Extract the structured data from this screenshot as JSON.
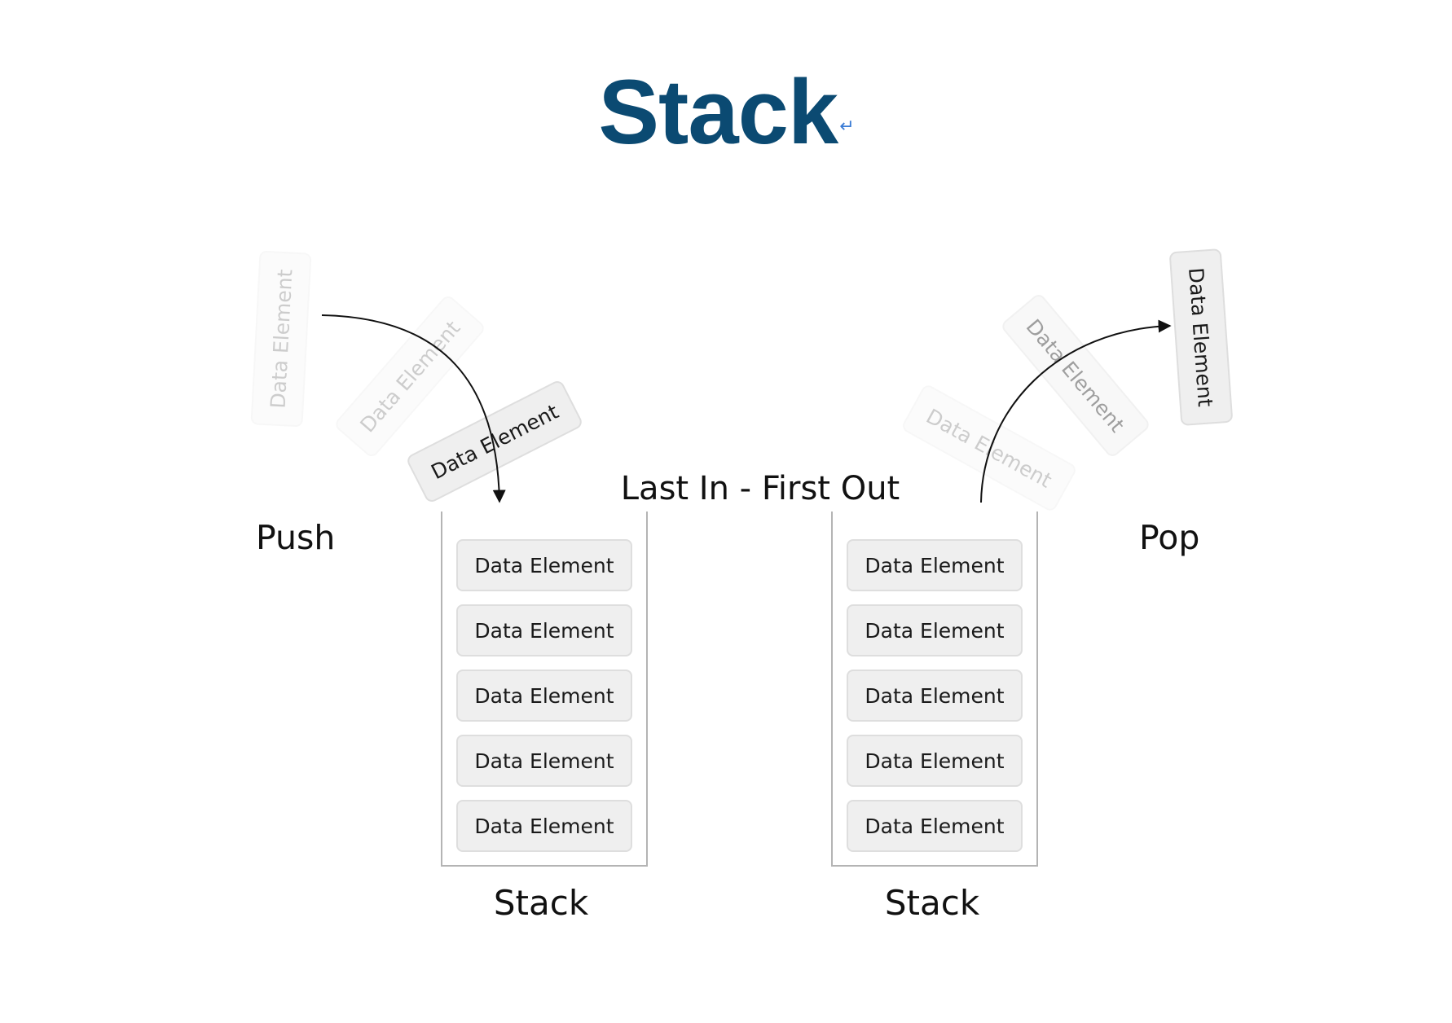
{
  "title": {
    "text": "Stack",
    "return_mark": "↵",
    "color": "#0b4a72"
  },
  "subtitle": "Last In - First Out",
  "push": {
    "label": "Push",
    "floating_elements": [
      "Data Element",
      "Data Element",
      "Data Element"
    ]
  },
  "pop": {
    "label": "Pop",
    "floating_elements": [
      "Data Element",
      "Data Element",
      "Data Element"
    ]
  },
  "stacks": [
    {
      "label": "Stack",
      "elements": [
        "Data Element",
        "Data Element",
        "Data Element",
        "Data Element",
        "Data Element"
      ]
    },
    {
      "label": "Stack",
      "elements": [
        "Data Element",
        "Data Element",
        "Data Element",
        "Data Element",
        "Data Element"
      ]
    }
  ],
  "colors": {
    "arrow": "#111111",
    "element_fill": "#efefef",
    "element_border": "#dedede",
    "stack_border": "#b4b4b4"
  }
}
